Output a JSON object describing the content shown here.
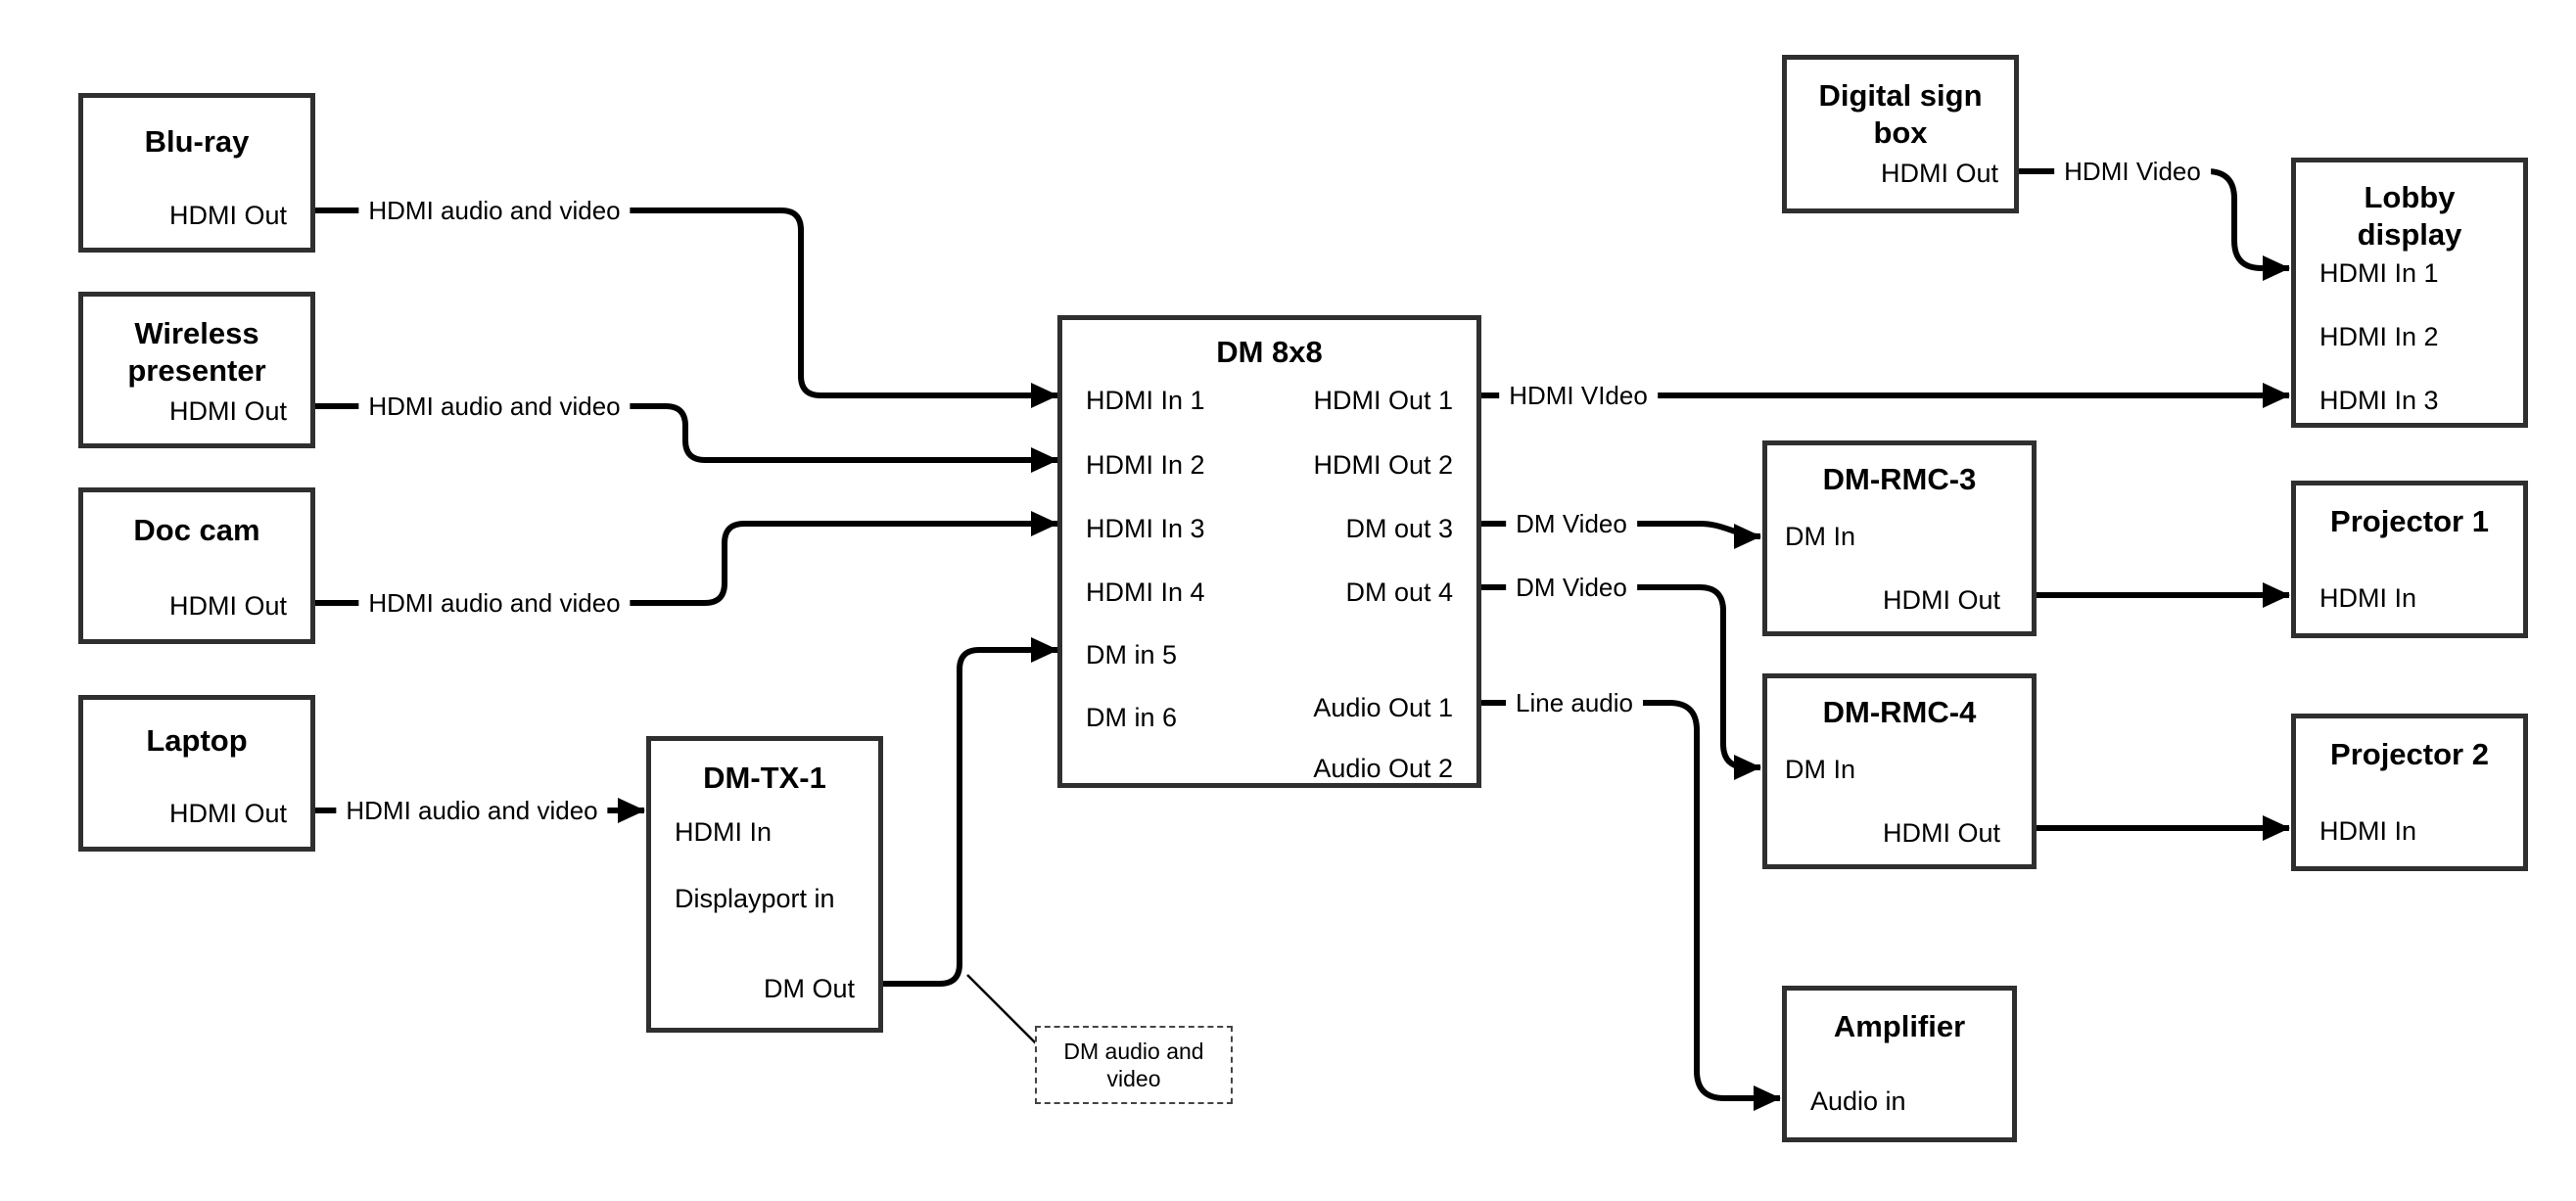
{
  "diagram": {
    "background": "#ffffff",
    "line_color": "#000000",
    "box_border_color": "#2f2f2f"
  },
  "nodes": {
    "bluray": {
      "title": "Blu-ray",
      "hdmi_out": "HDMI Out"
    },
    "wireless": {
      "title_line1": "Wireless",
      "title_line2": "presenter",
      "hdmi_out": "HDMI Out"
    },
    "doccam": {
      "title": "Doc cam",
      "hdmi_out": "HDMI Out"
    },
    "laptop": {
      "title": "Laptop",
      "hdmi_out": "HDMI Out"
    },
    "dmtx1": {
      "title": "DM-TX-1",
      "hdmi_in": "HDMI In",
      "displayport_in": "Displayport in",
      "dm_out": "DM Out"
    },
    "dm8x8": {
      "title": "DM 8x8",
      "hdmi_in_1": "HDMI In 1",
      "hdmi_in_2": "HDMI In 2",
      "hdmi_in_3": "HDMI In 3",
      "hdmi_in_4": "HDMI In 4",
      "dm_in_5": "DM in 5",
      "dm_in_6": "DM in 6",
      "hdmi_out_1": "HDMI Out 1",
      "hdmi_out_2": "HDMI Out 2",
      "dm_out_3": "DM out 3",
      "dm_out_4": "DM out 4",
      "audio_out_1": "Audio Out 1",
      "audio_out_2": "Audio Out 2"
    },
    "digital_sign": {
      "title_line1": "Digital sign",
      "title_line2": "box",
      "hdmi_out": "HDMI Out"
    },
    "lobby": {
      "title_line1": "Lobby",
      "title_line2": "display",
      "hdmi_in_1": "HDMI In 1",
      "hdmi_in_2": "HDMI In 2",
      "hdmi_in_3": "HDMI In 3"
    },
    "dmrmc3": {
      "title": "DM-RMC-3",
      "dm_in": "DM In",
      "hdmi_out": "HDMI Out"
    },
    "projector1": {
      "title": "Projector 1",
      "hdmi_in": "HDMI In"
    },
    "dmrmc4": {
      "title": "DM-RMC-4",
      "dm_in": "DM In",
      "hdmi_out": "HDMI Out"
    },
    "projector2": {
      "title": "Projector 2",
      "hdmi_in": "HDMI In"
    },
    "amplifier": {
      "title": "Amplifier",
      "audio_in": "Audio in"
    }
  },
  "edge_labels": {
    "bluray_to_dm8x8": "HDMI audio and video",
    "wireless_to_dm8x8": "HDMI audio and video",
    "doccam_to_dm8x8": "HDMI audio and video",
    "laptop_to_dmtx1": "HDMI audio and video",
    "dm8x8_out1_to_lobby": "HDMI VIdeo",
    "sign_to_lobby": "HDMI Video",
    "dm8x8_out3_to_rmc3": "DM Video",
    "dm8x8_out4_to_rmc4": "DM Video",
    "dm8x8_audio1_to_amp": "Line audio",
    "note": "DM audio and video"
  }
}
